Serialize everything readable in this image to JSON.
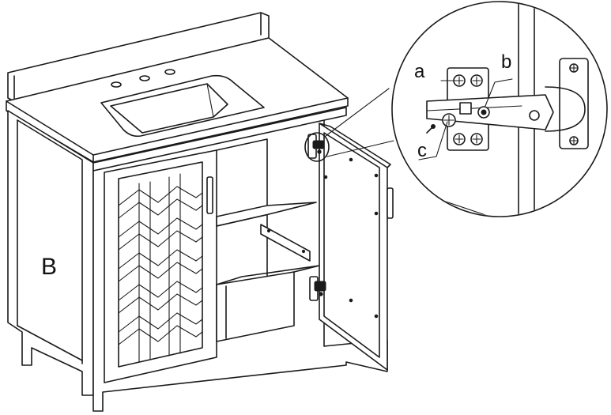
{
  "panel_label": "B",
  "callouts": {
    "a": "a",
    "b": "b",
    "c": "c"
  },
  "colors": {
    "line": "#1a1a1a",
    "background": "#ffffff"
  }
}
